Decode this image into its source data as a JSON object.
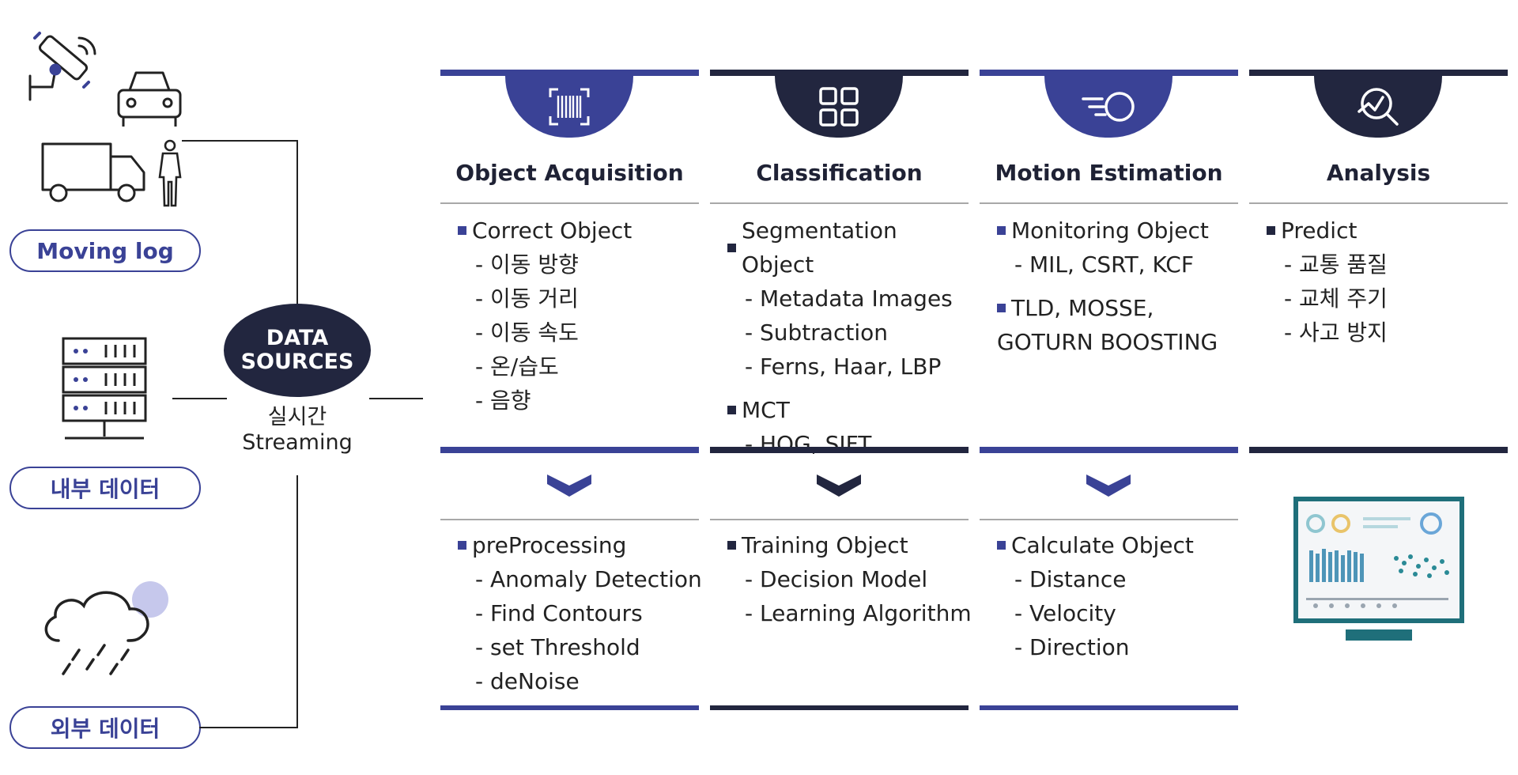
{
  "sources": {
    "moving_log": "Moving log",
    "internal": "내부 데이터",
    "external": "외부 데이터",
    "hub_line1": "DATA",
    "hub_line2": "SOURCES",
    "hub_sub1": "실시간",
    "hub_sub2": "Streaming"
  },
  "colors": {
    "blue": "#3a4296",
    "navy": "#22263f",
    "lavender": "#c6c8ec",
    "teal": "#1f6f7a"
  },
  "columns": [
    {
      "title": "Object Acquisition",
      "icon": "barcode-scan-icon",
      "color": "#3a4296",
      "top": {
        "head": "Correct Object",
        "items": [
          "- 이동 방향",
          "- 이동 거리",
          "- 이동 속도",
          "- 온/습도",
          "- 음향"
        ]
      },
      "bottom": {
        "head": "preProcessing",
        "items": [
          "- Anomaly Detection",
          "- Find Contours",
          "- set Threshold",
          "- deNoise"
        ]
      }
    },
    {
      "title": "Classification",
      "icon": "grid-icon",
      "color": "#22263f",
      "top": {
        "head": "Segmentation Object",
        "items": [
          "- Metadata Images",
          "- Subtraction",
          "- Ferns, Haar, LBP"
        ],
        "head2": "MCT",
        "items2": [
          "- HOG, SIFT"
        ]
      },
      "bottom": {
        "head": "Training Object",
        "items": [
          "- Decision Model",
          "- Learning Algorithm"
        ]
      }
    },
    {
      "title": "Motion Estimation",
      "icon": "motion-circle-icon",
      "color": "#3a4296",
      "top": {
        "head": "Monitoring Object",
        "items": [
          "- MIL, CSRT, KCF"
        ],
        "head2": "TLD, MOSSE,",
        "items2": [
          "GOTURN BOOSTING"
        ]
      },
      "bottom": {
        "head": "Calculate Object",
        "items": [
          "- Distance",
          "- Velocity",
          "- Direction"
        ]
      }
    },
    {
      "title": "Analysis",
      "icon": "analytics-search-icon",
      "color": "#22263f",
      "top": {
        "head": "Predict",
        "items": [
          "- 교통 품질",
          "- 교체 주기",
          "- 사고 방지"
        ]
      }
    }
  ]
}
